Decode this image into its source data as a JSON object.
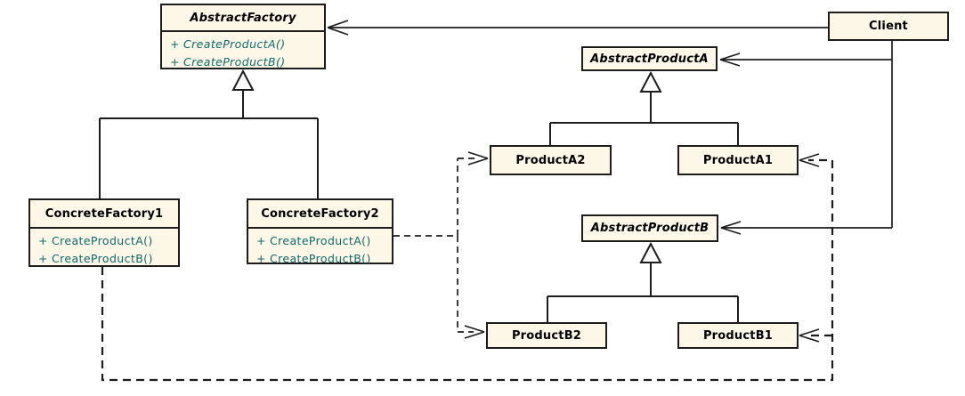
{
  "diagram_type": "uml-class-diagram",
  "ui": {
    "plus": "+"
  },
  "colors": {
    "box_fill": "#fcf7e7",
    "box_border": "#1c1c1c",
    "line": "#1c1c1c",
    "method_text": "#0e6a6a",
    "title_text": "#000000",
    "bg": "#ffffff"
  },
  "classes": {
    "abstract_factory": {
      "name": "AbstractFactory",
      "abstract": true,
      "methods": [
        "CreateProductA()",
        "CreateProductB()"
      ]
    },
    "concrete_factory1": {
      "name": "ConcreteFactory1",
      "abstract": false,
      "methods": [
        "CreateProductA()",
        "CreateProductB()"
      ]
    },
    "concrete_factory2": {
      "name": "ConcreteFactory2",
      "abstract": false,
      "methods": [
        "CreateProductA()",
        "CreateProductB()"
      ]
    },
    "client": {
      "name": "Client",
      "abstract": false
    },
    "abstract_product_a": {
      "name": "AbstractProductA",
      "abstract": true
    },
    "product_a2": {
      "name": "ProductA2",
      "abstract": false
    },
    "product_a1": {
      "name": "ProductA1",
      "abstract": false
    },
    "abstract_product_b": {
      "name": "AbstractProductB",
      "abstract": true
    },
    "product_b2": {
      "name": "ProductB2",
      "abstract": false
    },
    "product_b1": {
      "name": "ProductB1",
      "abstract": false
    }
  },
  "relationships": [
    {
      "from": "Client",
      "to": "AbstractFactory",
      "type": "association",
      "arrow": "open"
    },
    {
      "from": "Client",
      "to": "AbstractProductA",
      "type": "association",
      "arrow": "open"
    },
    {
      "from": "Client",
      "to": "AbstractProductB",
      "type": "association",
      "arrow": "open"
    },
    {
      "from": "ConcreteFactory1",
      "to": "AbstractFactory",
      "type": "generalization",
      "arrow": "hollow-triangle"
    },
    {
      "from": "ConcreteFactory2",
      "to": "AbstractFactory",
      "type": "generalization",
      "arrow": "hollow-triangle"
    },
    {
      "from": "ProductA2",
      "to": "AbstractProductA",
      "type": "generalization",
      "arrow": "hollow-triangle"
    },
    {
      "from": "ProductA1",
      "to": "AbstractProductA",
      "type": "generalization",
      "arrow": "hollow-triangle"
    },
    {
      "from": "ProductB2",
      "to": "AbstractProductB",
      "type": "generalization",
      "arrow": "hollow-triangle"
    },
    {
      "from": "ProductB1",
      "to": "AbstractProductB",
      "type": "generalization",
      "arrow": "hollow-triangle"
    },
    {
      "from": "ConcreteFactory2",
      "to": "ProductA2",
      "type": "dependency",
      "arrow": "open",
      "style": "dashed"
    },
    {
      "from": "ConcreteFactory2",
      "to": "ProductB2",
      "type": "dependency",
      "arrow": "open",
      "style": "dashed"
    },
    {
      "from": "ConcreteFactory1",
      "to": "ProductA1",
      "type": "dependency",
      "arrow": "open",
      "style": "dashed"
    },
    {
      "from": "ConcreteFactory1",
      "to": "ProductB1",
      "type": "dependency",
      "arrow": "open",
      "style": "dashed"
    }
  ]
}
